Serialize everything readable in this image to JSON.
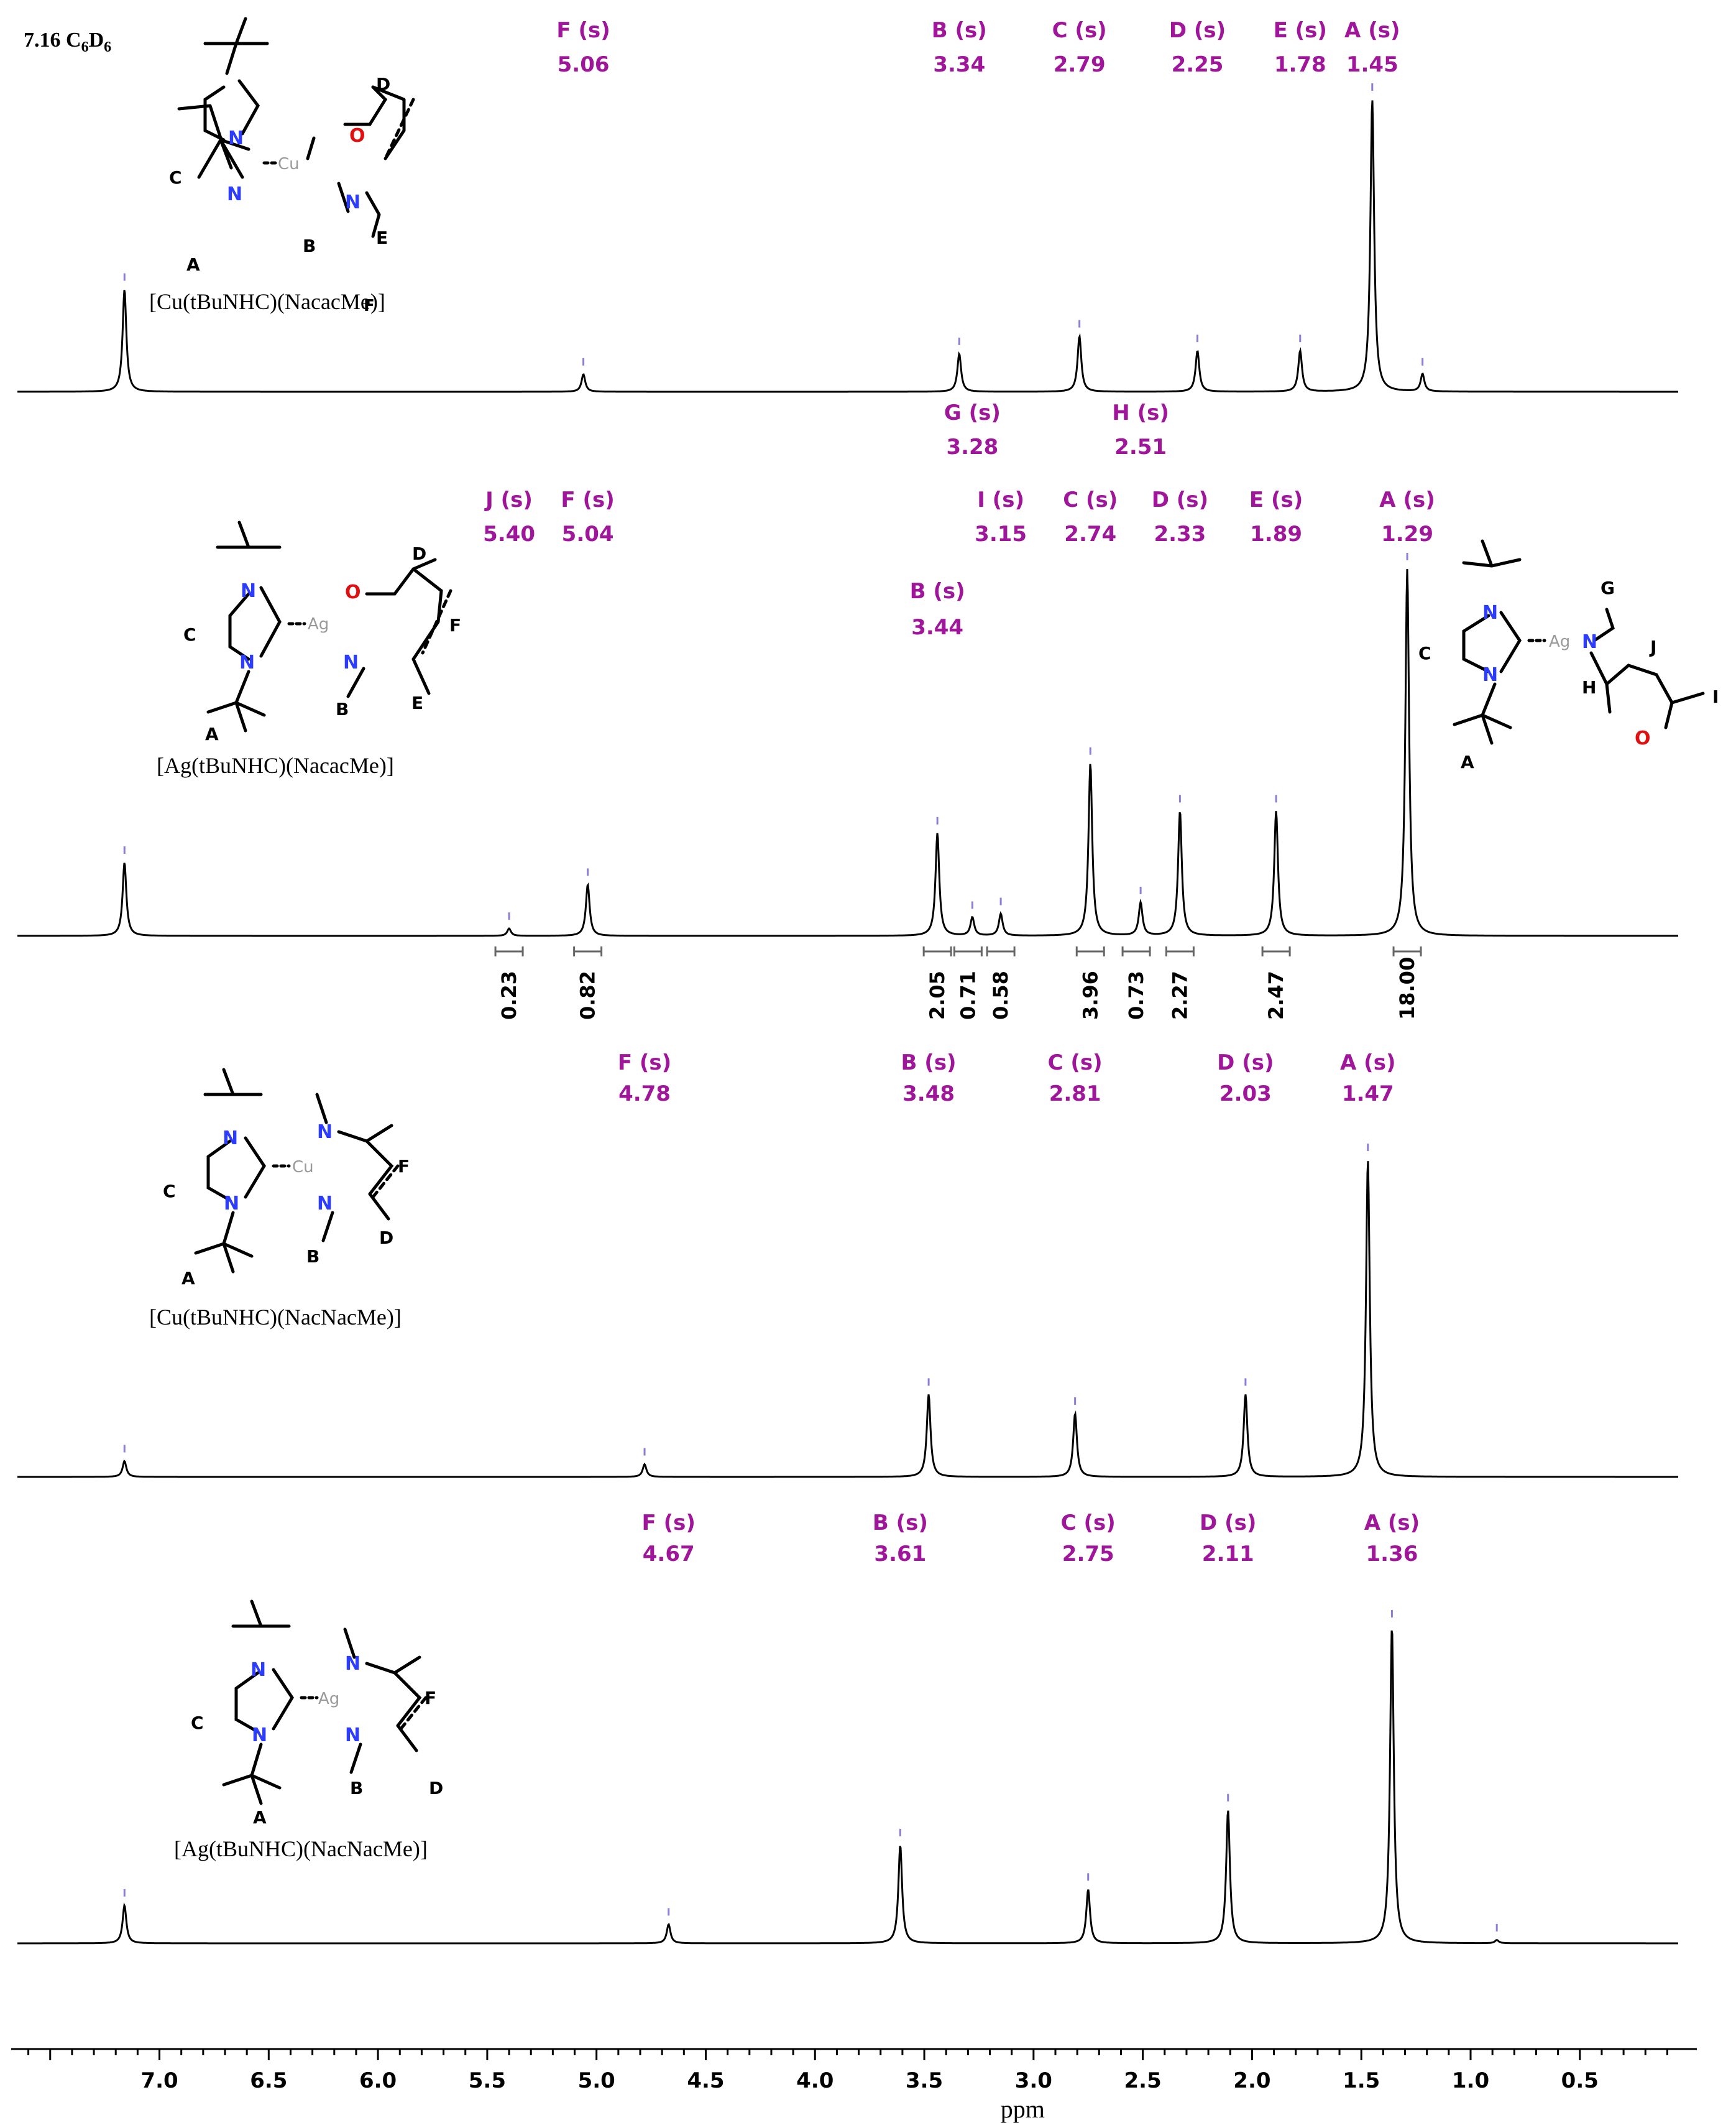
{
  "chart_data": {
    "type": "line",
    "xlabel": "ppm",
    "xlim": [
      7.65,
      0.05
    ],
    "reversed_x": true,
    "x_ticks": [
      "7.0",
      "6.5",
      "6.0",
      "5.5",
      "5.0",
      "4.5",
      "4.0",
      "3.5",
      "3.0",
      "2.5",
      "2.0",
      "1.5",
      "1.0",
      "0.5"
    ],
    "solvent_label": "7.16 C6D6",
    "spectra": [
      {
        "compound": "[Cu(tBuNHC)(NacacMe)]",
        "peaks": [
          {
            "ppm": 7.16,
            "height": 0.35
          },
          {
            "ppm": 5.06,
            "height": 0.06
          },
          {
            "ppm": 3.34,
            "height": 0.13
          },
          {
            "ppm": 2.79,
            "height": 0.19
          },
          {
            "ppm": 2.25,
            "height": 0.14
          },
          {
            "ppm": 1.78,
            "height": 0.14
          },
          {
            "ppm": 1.45,
            "height": 1.0
          },
          {
            "ppm": 1.22,
            "height": 0.06
          }
        ],
        "assignments": [
          {
            "label": "F (s)",
            "value": "5.06",
            "ppm": 5.06,
            "row": 0
          },
          {
            "label": "B (s)",
            "value": "3.34",
            "ppm": 3.34,
            "row": 0
          },
          {
            "label": "C (s)",
            "value": "2.79",
            "ppm": 2.79,
            "row": 0
          },
          {
            "label": "D (s)",
            "value": "2.25",
            "ppm": 2.25,
            "row": 0
          },
          {
            "label": "E (s)",
            "value": "1.78",
            "ppm": 1.78,
            "row": 0
          },
          {
            "label": "A (s)",
            "value": "1.45",
            "ppm": 1.45,
            "row": 0
          }
        ]
      },
      {
        "compound": "[Ag(tBuNHC)(NacacMe)]",
        "peaks": [
          {
            "ppm": 7.16,
            "height": 0.2
          },
          {
            "ppm": 5.4,
            "height": 0.02
          },
          {
            "ppm": 5.04,
            "height": 0.14
          },
          {
            "ppm": 3.44,
            "height": 0.28
          },
          {
            "ppm": 3.28,
            "height": 0.05
          },
          {
            "ppm": 3.15,
            "height": 0.06
          },
          {
            "ppm": 2.74,
            "height": 0.47
          },
          {
            "ppm": 2.51,
            "height": 0.09
          },
          {
            "ppm": 2.33,
            "height": 0.34
          },
          {
            "ppm": 1.89,
            "height": 0.34
          },
          {
            "ppm": 1.29,
            "height": 1.0
          }
        ],
        "assignments": [
          {
            "label": "G (s)",
            "value": "3.28",
            "ppm": 3.28,
            "row": 0
          },
          {
            "label": "H (s)",
            "value": "2.51",
            "ppm": 2.51,
            "row": 0
          },
          {
            "label": "J (s)",
            "value": "5.40",
            "ppm": 5.4,
            "row": 1
          },
          {
            "label": "F (s)",
            "value": "5.04",
            "ppm": 5.04,
            "row": 1
          },
          {
            "label": "I (s)",
            "value": "3.15",
            "ppm": 3.15,
            "row": 1
          },
          {
            "label": "C (s)",
            "value": "2.74",
            "ppm": 2.74,
            "row": 1
          },
          {
            "label": "D (s)",
            "value": "2.33",
            "ppm": 2.33,
            "row": 1
          },
          {
            "label": "E (s)",
            "value": "1.89",
            "ppm": 1.89,
            "row": 1
          },
          {
            "label": "A (s)",
            "value": "1.29",
            "ppm": 1.29,
            "row": 1
          },
          {
            "label": "B (s)",
            "value": "3.44",
            "ppm": 3.44,
            "row": 2
          }
        ],
        "integrals": [
          {
            "value": "0.23",
            "ppm": 5.4
          },
          {
            "value": "0.82",
            "ppm": 5.04
          },
          {
            "value": "2.05",
            "ppm": 3.44
          },
          {
            "value": "0.71",
            "ppm": 3.3
          },
          {
            "value": "0.58",
            "ppm": 3.15
          },
          {
            "value": "3.96",
            "ppm": 2.74
          },
          {
            "value": "0.73",
            "ppm": 2.53
          },
          {
            "value": "2.27",
            "ppm": 2.33
          },
          {
            "value": "2.47",
            "ppm": 1.89
          },
          {
            "value": "18.00",
            "ppm": 1.29
          }
        ]
      },
      {
        "compound": "[Cu(tBuNHC)(NacNacMe)]",
        "peaks": [
          {
            "ppm": 7.16,
            "height": 0.05
          },
          {
            "ppm": 4.78,
            "height": 0.04
          },
          {
            "ppm": 3.48,
            "height": 0.26
          },
          {
            "ppm": 2.81,
            "height": 0.2
          },
          {
            "ppm": 2.03,
            "height": 0.26
          },
          {
            "ppm": 1.47,
            "height": 1.0
          }
        ],
        "assignments": [
          {
            "label": "F (s)",
            "value": "4.78",
            "ppm": 4.78,
            "row": 0
          },
          {
            "label": "B (s)",
            "value": "3.48",
            "ppm": 3.48,
            "row": 0
          },
          {
            "label": "C (s)",
            "value": "2.81",
            "ppm": 2.81,
            "row": 0
          },
          {
            "label": "D (s)",
            "value": "2.03",
            "ppm": 2.03,
            "row": 0
          },
          {
            "label": "A (s)",
            "value": "1.47",
            "ppm": 1.47,
            "row": 0
          }
        ]
      },
      {
        "compound": "[Ag(tBuNHC)(NacNacMe)]",
        "peaks": [
          {
            "ppm": 7.16,
            "height": 0.12
          },
          {
            "ppm": 4.67,
            "height": 0.06
          },
          {
            "ppm": 3.61,
            "height": 0.31
          },
          {
            "ppm": 2.75,
            "height": 0.17
          },
          {
            "ppm": 2.11,
            "height": 0.42
          },
          {
            "ppm": 1.36,
            "height": 1.0
          },
          {
            "ppm": 0.88,
            "height": 0.01
          }
        ],
        "assignments": [
          {
            "label": "F (s)",
            "value": "4.67",
            "ppm": 4.67,
            "row": 0
          },
          {
            "label": "B (s)",
            "value": "3.61",
            "ppm": 3.61,
            "row": 0
          },
          {
            "label": "C (s)",
            "value": "2.75",
            "ppm": 2.75,
            "row": 0
          },
          {
            "label": "D (s)",
            "value": "2.11",
            "ppm": 2.11,
            "row": 0
          },
          {
            "label": "A (s)",
            "value": "1.36",
            "ppm": 1.36,
            "row": 0
          }
        ]
      }
    ]
  },
  "structures": {
    "cu_nacac": {
      "atom_o": "O",
      "atom_n1": "N",
      "atom_n2": "N",
      "atom_n3": "N",
      "metal": "Cu",
      "labels": [
        "A",
        "B",
        "C",
        "D",
        "E",
        "F"
      ]
    },
    "ag_nacac": {
      "atom_o": "O",
      "atom_n1": "N",
      "atom_n2": "N",
      "atom_n3": "N",
      "metal": "Ag",
      "labels": [
        "A",
        "B",
        "C",
        "D",
        "E",
        "F"
      ]
    },
    "ag_open": {
      "atom_o": "O",
      "atom_n1": "N",
      "atom_n2": "N",
      "atom_n3": "N",
      "metal": "Ag",
      "labels": [
        "A",
        "C",
        "G",
        "H",
        "I",
        "J"
      ]
    },
    "cu_nacnac": {
      "atom_n1": "N",
      "atom_n2": "N",
      "atom_n3": "N",
      "atom_n4": "N",
      "metal": "Cu",
      "labels": [
        "A",
        "B",
        "C",
        "D",
        "F"
      ]
    },
    "ag_nacnac": {
      "atom_n1": "N",
      "atom_n2": "N",
      "atom_n3": "N",
      "atom_n4": "N",
      "metal": "Ag",
      "labels": [
        "A",
        "B",
        "C",
        "D",
        "F"
      ]
    }
  },
  "colors": {
    "assignment_text": "#a0169b",
    "nitrogen": "#2d3dff",
    "oxygen": "#e01010",
    "metal": "#9a9a9a",
    "peak_marker": "#8a7fd6",
    "spectrum": "#000000"
  }
}
